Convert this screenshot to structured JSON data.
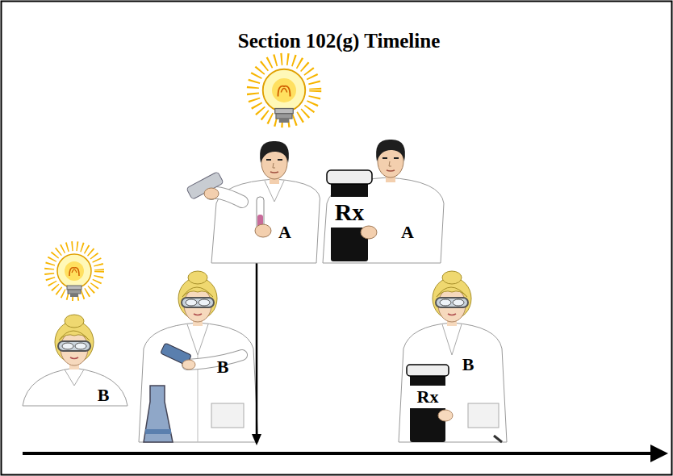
{
  "diagram": {
    "title": "Section 102(g) Timeline",
    "labels": [
      "B",
      "B",
      "A",
      "Rx",
      "A",
      "B",
      "Rx"
    ]
  }
}
